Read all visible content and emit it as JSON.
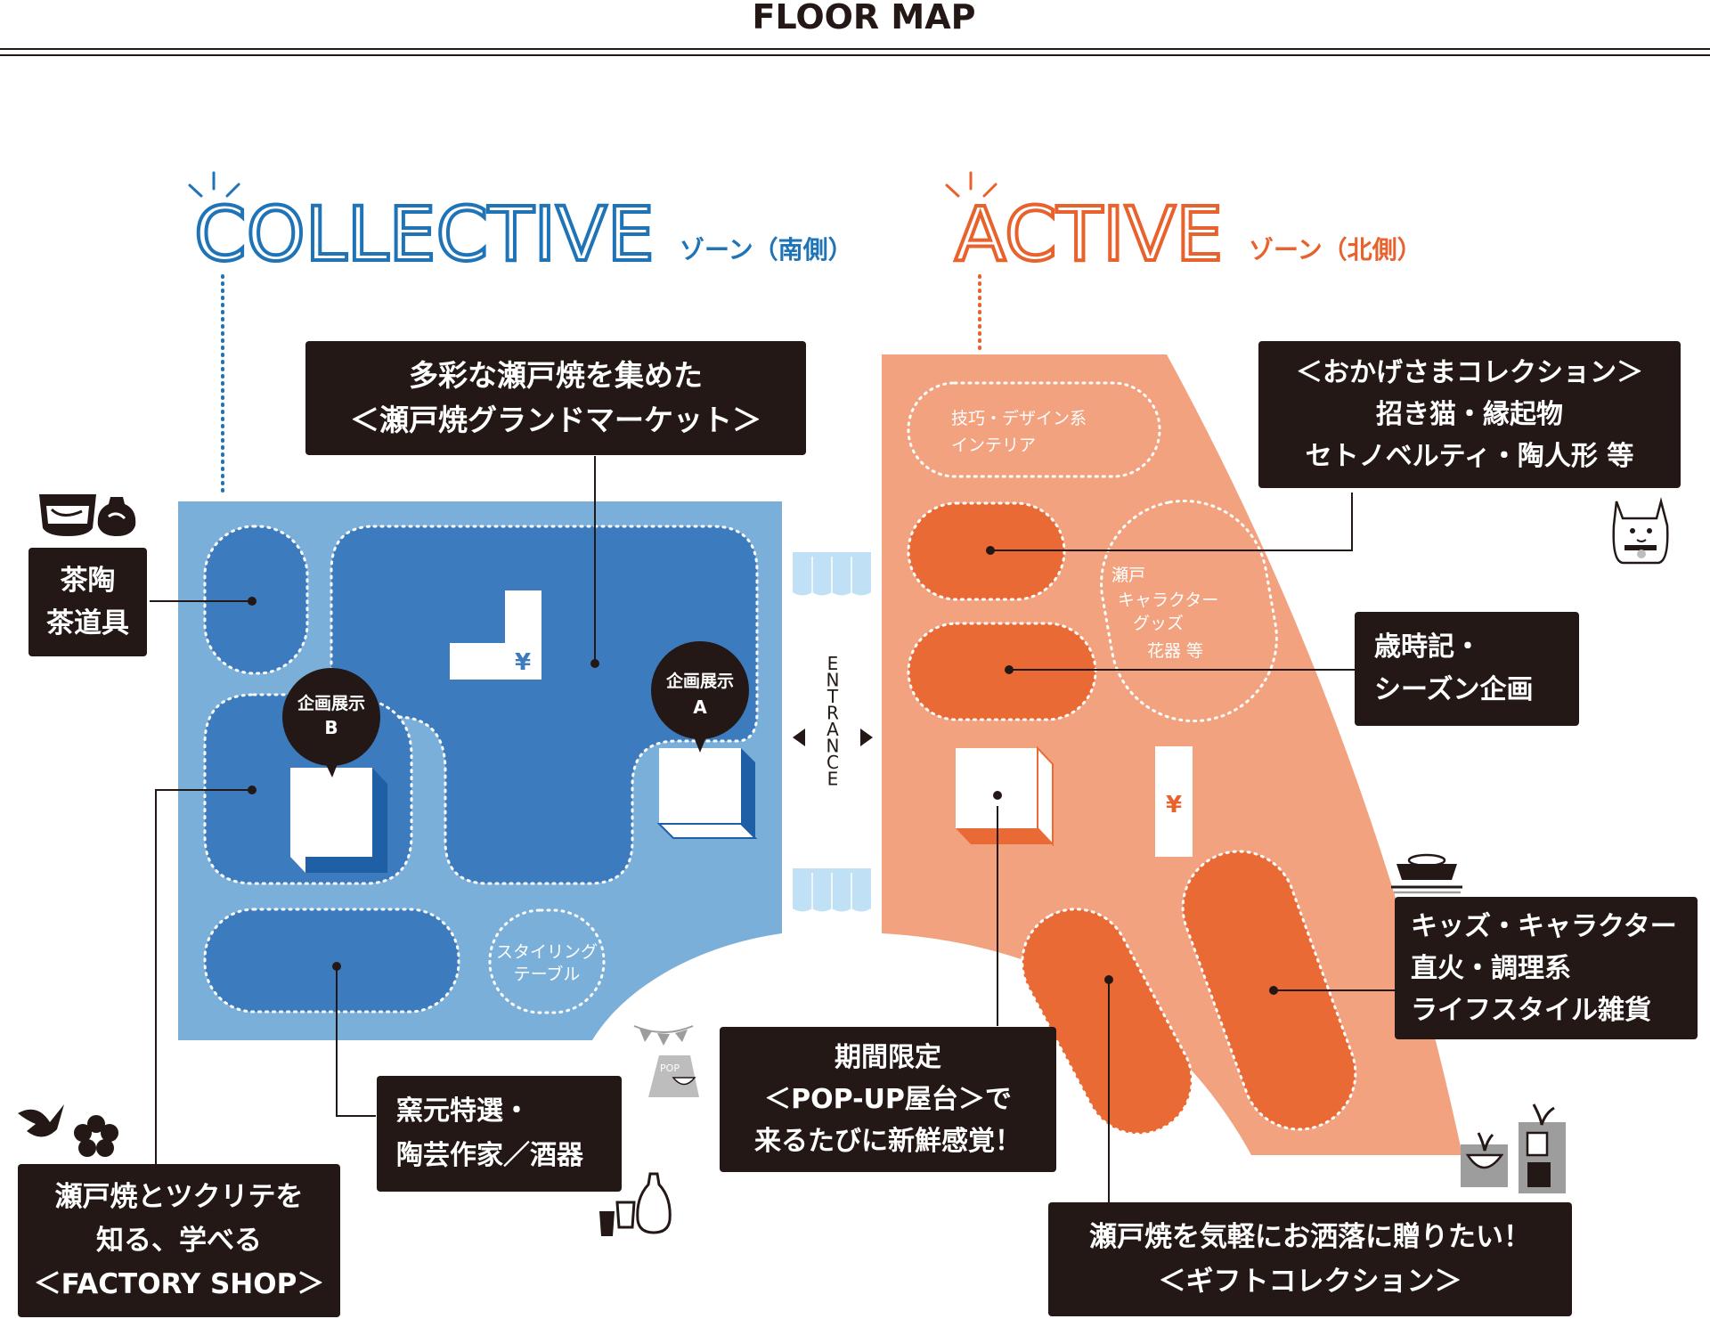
{
  "header": {
    "title": "FLOOR MAP"
  },
  "zones": {
    "collective": {
      "name": "COLLECTIVE",
      "suffix": "ゾーン（南側）",
      "color": "#1f73b7"
    },
    "active": {
      "name": "ACTIVE",
      "suffix": "ゾーン（北側）",
      "color": "#e8622d"
    }
  },
  "entrance": "ENTRANCE",
  "map_labels": {
    "exhibit_b": [
      "企画展示",
      "B"
    ],
    "exhibit_a": [
      "企画展示",
      "A"
    ],
    "yen": "¥",
    "styling_table": [
      "スタイリング",
      "テーブル"
    ],
    "craft_design": [
      "技巧・デザイン系",
      "インテリア"
    ],
    "seto_character": [
      "瀬戸",
      "キャラクター",
      "グッズ",
      "花器 等"
    ],
    "pop_sign": "POP"
  },
  "callouts": {
    "grand_market": [
      "多彩な瀬戸焼を集めた",
      "＜瀬戸焼グランドマーケット＞"
    ],
    "tea": [
      "茶陶",
      "茶道具"
    ],
    "factory_shop": [
      "瀬戸焼とツクリテを",
      "知る、学べる",
      "＜FACTORY SHOP＞"
    ],
    "kiln_select": [
      "窯元特選・",
      "陶芸作家／酒器"
    ],
    "popup": [
      "期間限定",
      "＜POP-UP屋台＞で",
      "来るたびに新鮮感覚！"
    ],
    "gift": [
      "瀬戸焼を気軽にお洒落に贈りたい！",
      "＜ギフトコレクション＞"
    ],
    "okage": [
      "＜おかげさまコレクション＞",
      "招き猫・縁起物",
      "セトノベルティ・陶人形 等"
    ],
    "seasonal": [
      "歳時記・",
      "シーズン企画"
    ],
    "kids": [
      "キッズ・キャラクター",
      "直火・調理系",
      "ライフスタイル雑貨"
    ]
  },
  "colors": {
    "collective_bg": "#7aafd9",
    "collective_area": "#3d7bbf",
    "active_bg": "#f2a27f",
    "active_area": "#e96a35",
    "curtain": "#bfe0f5",
    "callout_bg": "#231815"
  }
}
